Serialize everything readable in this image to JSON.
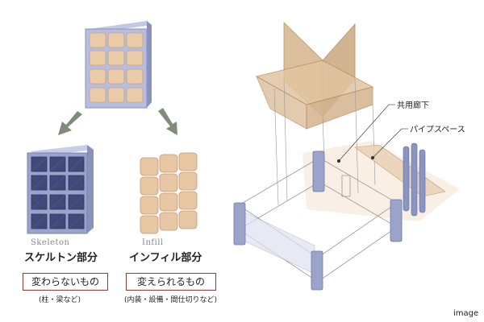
{
  "labels": {
    "skeleton_en": "Skeleton",
    "skeleton_jp": "スケルトン部分",
    "skeleton_box": "変わらないもの",
    "skeleton_note": "(柱・梁など)",
    "infill_en": "Infill",
    "infill_jp": "インフィル部分",
    "infill_box": "変えられるもの",
    "infill_note": "(内装・設備・間仕切りなど)",
    "corridor": "共用廊下",
    "pipe_space": "パイプスペース",
    "corner": "image"
  },
  "colors": {
    "skeleton_frame": "#9aa3c9",
    "skeleton_window": "#3f4a78",
    "infill_block": "#e7c7a3",
    "frame_box": "#8a3b3b",
    "arrow": "#7f8c7a",
    "floor_plate": "#d9b994"
  }
}
